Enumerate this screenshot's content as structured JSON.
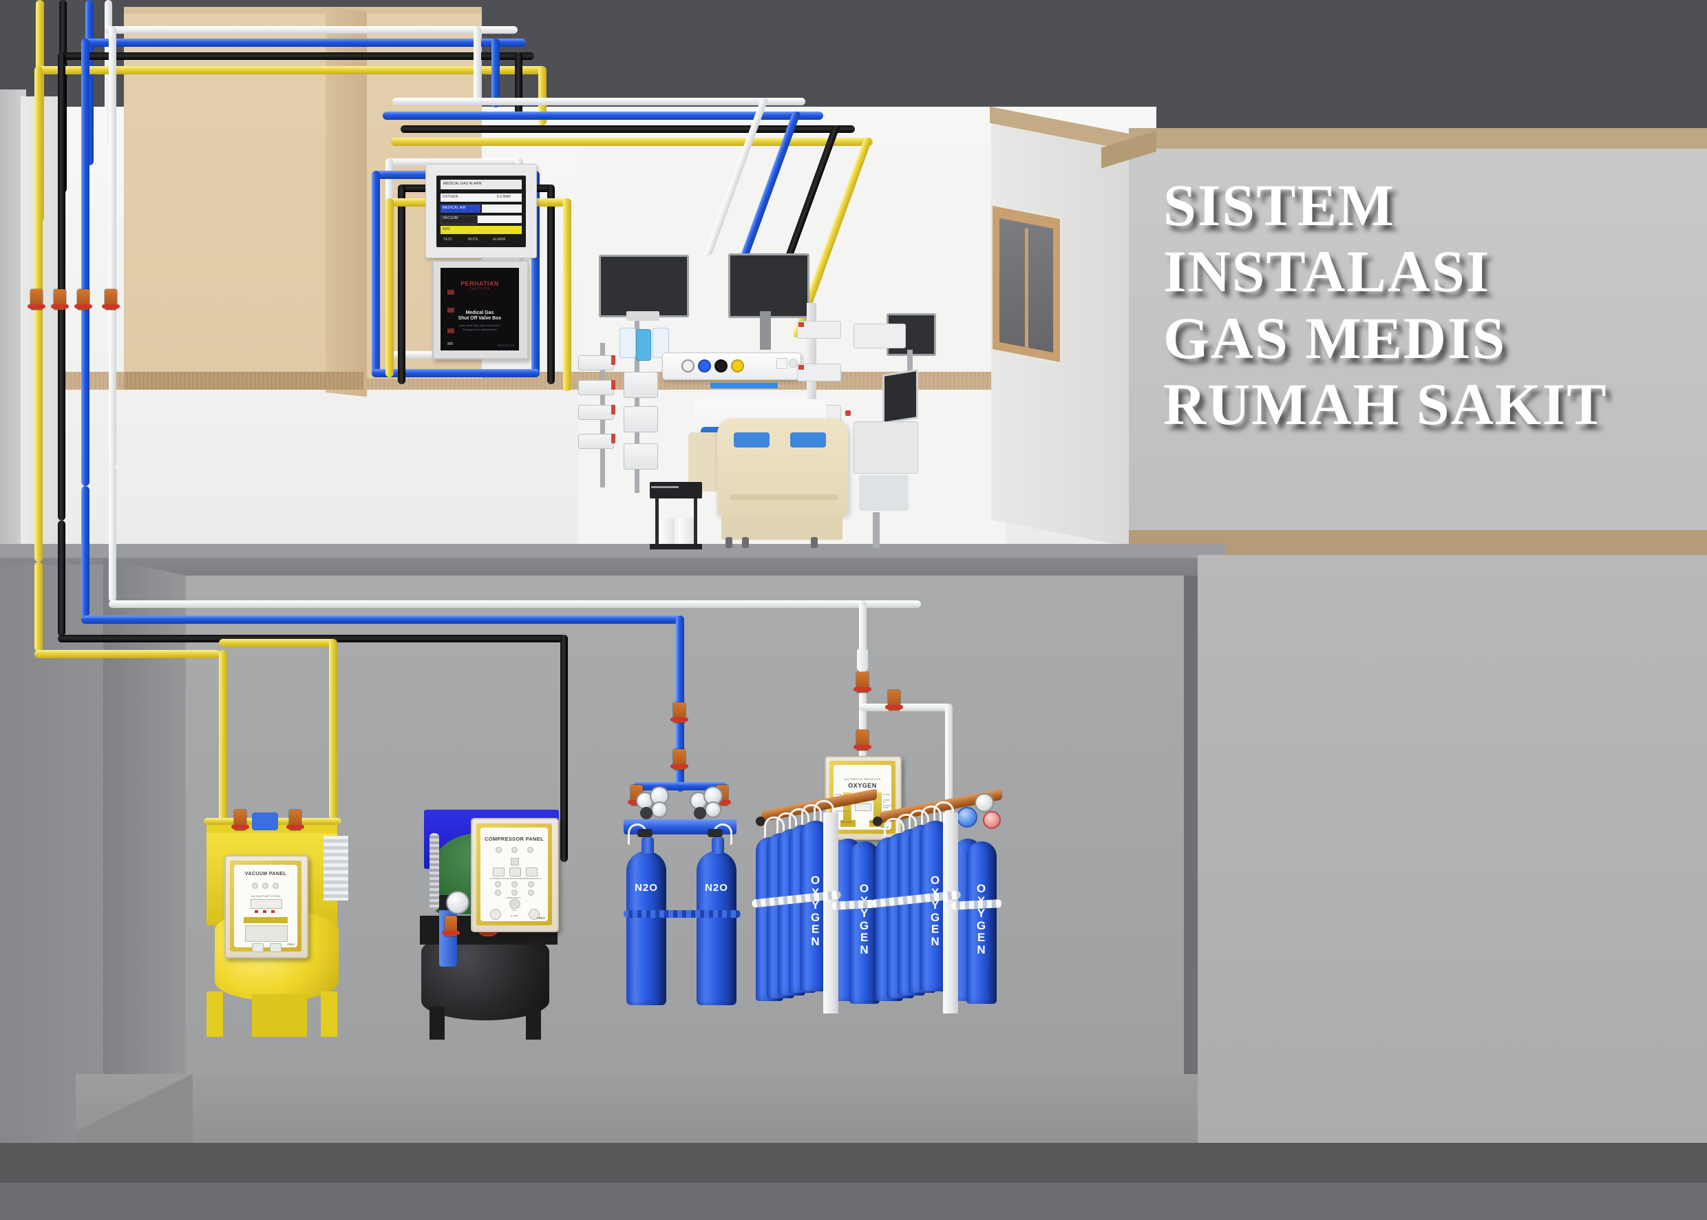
{
  "scene": {
    "title_lines": [
      "SISTEM",
      "INSTALASI",
      "GAS MEDIS",
      "RUMAH SAKIT"
    ],
    "title_full": "SISTEM INSTALASI GAS MEDIS RUMAH SAKIT",
    "language": "Indonesian",
    "subject": "Hospital Medical Gas Installation System — cutaway 3D illustration"
  },
  "colors": {
    "ceiling_dark": "#4e5054",
    "upper_wall": "#f4f4f3",
    "beige_wall": "#e0caa6",
    "wainscot": "#c6a987",
    "basement_wall": "#a5a7a9",
    "floor": "#939597",
    "title_text": "#ffffff",
    "pipe_oxygen_white": "#eceeef",
    "pipe_n2o_blue": "#2457e0",
    "pipe_air_black": "#000000",
    "pipe_vacuum_yellow": "#e8d13a",
    "valve_orange": "#c0651f",
    "cylinder_blue": "#2a5ae0",
    "vacuum_yellow": "#f0d92e",
    "compressor_green": "#2f6b34",
    "compressor_blue": "#2020e0",
    "manifold_copper": "#b06427"
  },
  "pipe_legend": [
    {
      "name": "Oxygen (O2)",
      "color_name": "white",
      "hex": "#eceeef"
    },
    {
      "name": "Nitrous Oxide (N2O)",
      "color_name": "blue",
      "hex": "#2457e0"
    },
    {
      "name": "Medical Compressed Air",
      "color_name": "black",
      "hex": "#000000"
    },
    {
      "name": "Medical Vacuum / Suction",
      "color_name": "yellow",
      "hex": "#e8d13a"
    }
  ],
  "upper_floor": {
    "label": "Hospital ward / ICU room",
    "alarm_panel": {
      "name": "Medical Gas Area Alarm",
      "header": "MEDICAL GAS ALARM",
      "rows": [
        {
          "label": "OXYGEN",
          "value": "5.0  BAR"
        },
        {
          "label": "MEDICAL AIR",
          "value": ""
        },
        {
          "label": "VACUUM",
          "value": ""
        },
        {
          "label": "N2O",
          "value": ""
        }
      ],
      "buttons": [
        "TEST",
        "MUTE",
        "ALARM"
      ]
    },
    "valve_box": {
      "caution_title": "PERHATIAN",
      "caution_sub": "CAUTION",
      "line1": "Medical Gas",
      "line2": "Shut Off Valve Box",
      "line3": "Valve Must Stay Open Except For",
      "line4": "Emergency Or Maintenance",
      "brand": "PENTALAB"
    },
    "bed_head_unit": {
      "name": "Bed Head Unit",
      "outlets": [
        {
          "gas": "Vacuum",
          "hex": "#f2f3f4"
        },
        {
          "gas": "N2O",
          "hex": "#2b63ee"
        },
        {
          "gas": "Air",
          "hex": "#1b1c1e"
        },
        {
          "gas": "Oxygen",
          "hex": "#f2cb1d"
        }
      ]
    },
    "equipment": [
      "ceiling monitor",
      "patient monitor",
      "hospital bed",
      "infusion pumps",
      "syringe pumps",
      "ventilator trolley",
      "suction bottles"
    ]
  },
  "basement": {
    "label": "Medical gas plant room",
    "units": [
      {
        "id": "vacuum-plant",
        "panel_title": "VACUUM PANEL",
        "panel_sub": "VACUUM PUMP SYSTEM",
        "brand": "FRES",
        "tank_color": "#f0d92e",
        "description": "Medical vacuum pump duplex skid with yellow receiver tank"
      },
      {
        "id": "compressor-plant",
        "panel_title": "COMPRESSOR PANEL",
        "brand": "FRES",
        "labels": [
          "COMPRESSOR 1",
          "COMPRESSOR 2",
          "COMPRESSOR 3",
          "ON",
          "OFF",
          "EMERGENCY",
          "RUN",
          "ALARM"
        ],
        "tank_color": "#1d1d1f",
        "description": "Medical air compressor triplex skid with black receiver tank and dryer"
      },
      {
        "id": "n2o-manifold",
        "gas_label": "N2O",
        "cylinder_count": 2,
        "description": "Nitrous oxide 2-cylinder manifold with regulators and gauges"
      },
      {
        "id": "oxygen-manifold",
        "gas_label": "OXYGEN",
        "panel_title": "AUTOMATIC MANIFOLD",
        "panel_gas": "OXYGEN",
        "bank_left": "LEFT BANK",
        "bank_right": "RIGHT BANK",
        "panel_rows": [
          "IN USE",
          "STAND BY",
          "CHANGE OVER",
          "RESERVE LOW"
        ],
        "brand": "FRES",
        "cylinder_count": 20,
        "description": "Oxygen automatic changeover manifold, two banks of cylinders chained to racks"
      }
    ]
  }
}
